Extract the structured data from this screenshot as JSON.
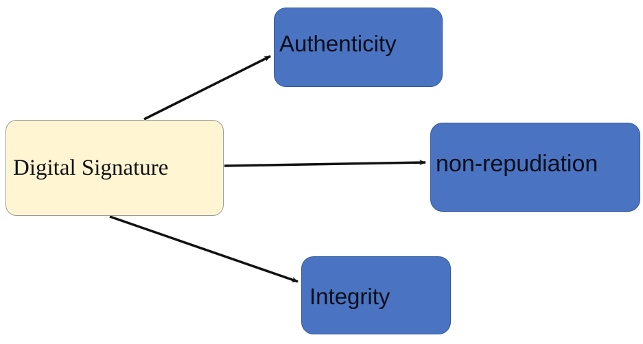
{
  "diagram": {
    "source": {
      "label": "Digital Signature"
    },
    "targets": [
      {
        "id": "authenticity",
        "label": "Authenticity"
      },
      {
        "id": "non-repudiation",
        "label": "non-repudiation"
      },
      {
        "id": "integrity",
        "label": "Integrity"
      }
    ],
    "edges": [
      {
        "from": "Digital Signature",
        "to": "Authenticity"
      },
      {
        "from": "Digital Signature",
        "to": "non-repudiation"
      },
      {
        "from": "Digital Signature",
        "to": "Integrity"
      }
    ],
    "colors": {
      "source_fill": "#fff5d2",
      "target_fill": "#4a74c2",
      "arrow": "#111111"
    }
  }
}
